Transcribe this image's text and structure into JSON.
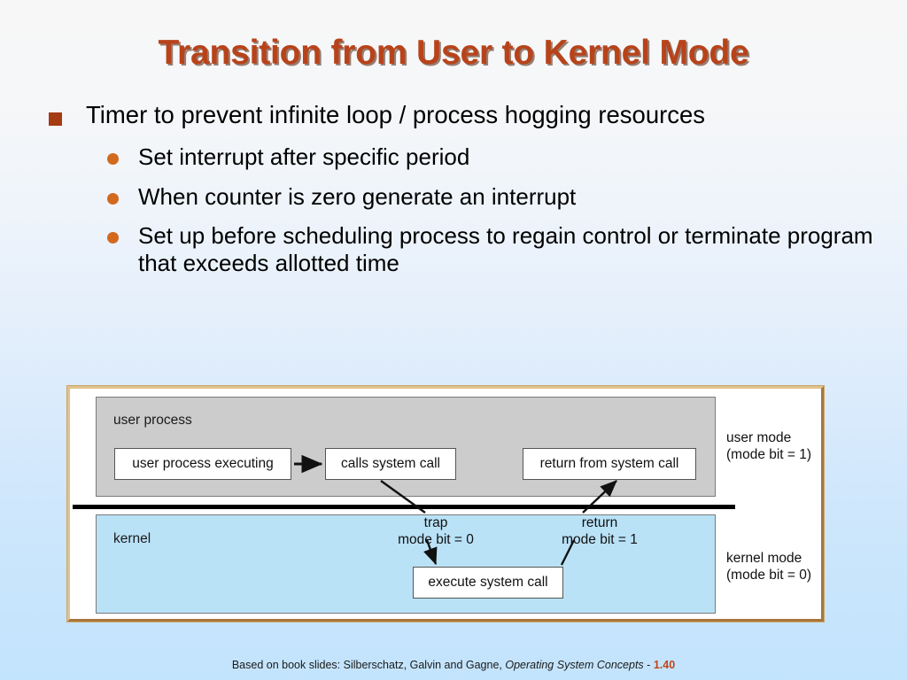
{
  "slide": {
    "title": "Transition from User to Kernel Mode"
  },
  "bullets": [
    {
      "level": 1,
      "marker": "square-bullet",
      "text": "Timer to prevent infinite loop / process hogging resources"
    },
    {
      "level": 2,
      "marker": "round-bullet",
      "text": "Set interrupt after specific period"
    },
    {
      "level": 2,
      "marker": "round-bullet",
      "text": "When counter is zero generate an interrupt"
    },
    {
      "level": 2,
      "marker": "round-bullet",
      "text": "Set up before scheduling process to regain control or terminate program that exceeds allotted time"
    }
  ],
  "diagram": {
    "user_panel_label": "user process",
    "kernel_panel_label": "kernel",
    "boxes": {
      "user_process_executing": "user process executing",
      "calls_system_call": "calls system call",
      "return_from_system_call": "return from system call",
      "execute_system_call": "execute system call"
    },
    "mode_labels": {
      "user_mode_line1": "user mode",
      "user_mode_line2": "(mode bit = 1)",
      "kernel_mode_line1": "kernel mode",
      "kernel_mode_line2": "(mode bit = 0)"
    },
    "transitions": {
      "trap_line1": "trap",
      "trap_line2": "mode bit = 0",
      "return_line1": "return",
      "return_line2": "mode bit = 1"
    },
    "colors": {
      "user_panel": "#cccccc",
      "kernel_panel": "#b9e2f7",
      "frame": "#c9a468"
    }
  },
  "footer": {
    "prefix": "Based on book slides: Silberschatz, Galvin and Gagne,",
    "book": "Operating System Concepts",
    "separator": "-",
    "slide_number": "1.40"
  },
  "theme": {
    "title_color": "#b8431a",
    "square_bullet_color": "#a63a12",
    "round_bullet_color": "#d2691e",
    "slide_number_color": "#c2451a"
  }
}
